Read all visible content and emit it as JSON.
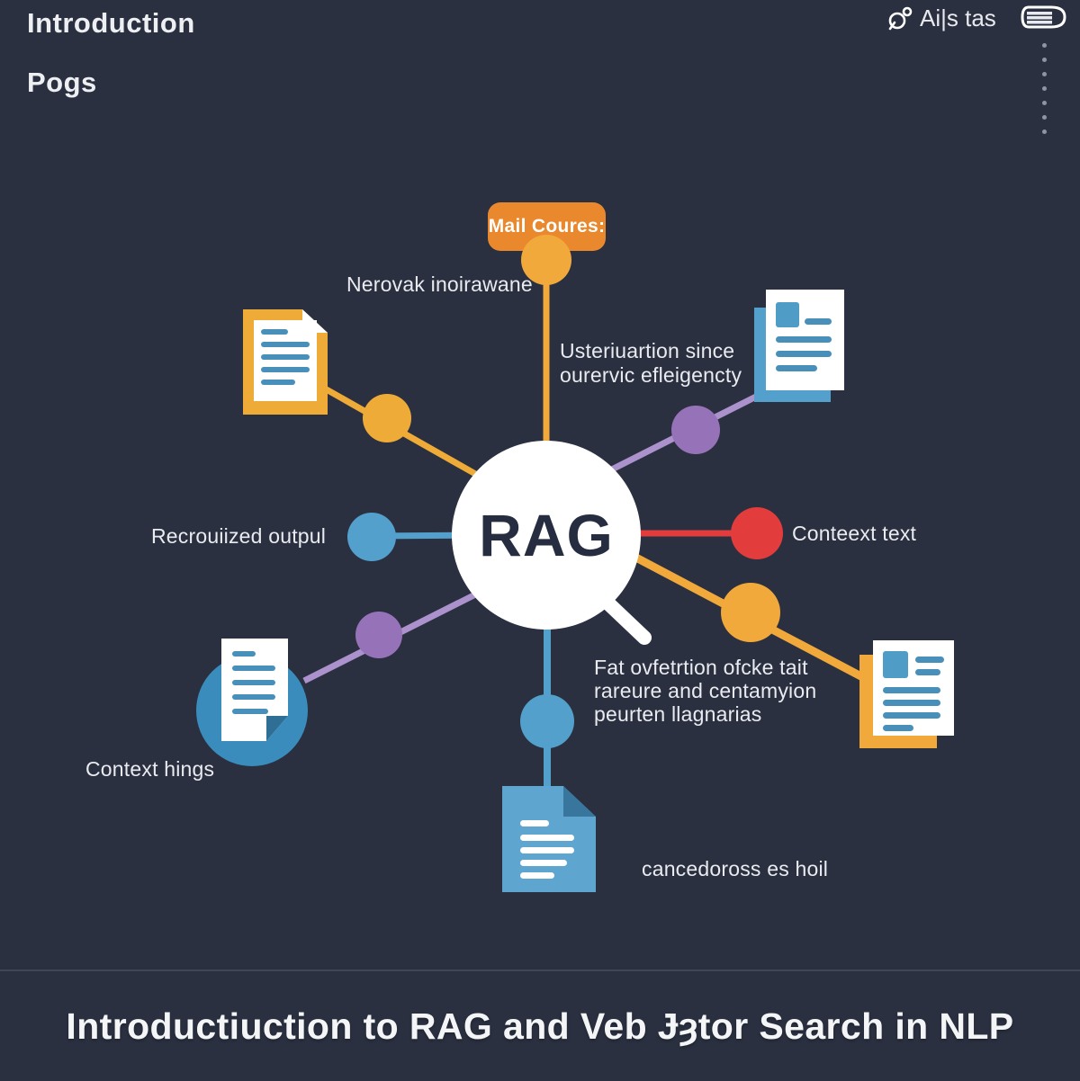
{
  "colors": {
    "background": "#2a3040",
    "text": "#edeff3",
    "title_text": "#f4f5f7",
    "rag_text": "#272d40",
    "orange_badge": "#e9882c",
    "orange": "#f2a93c",
    "yellow": "#efab38",
    "blue": "#54a0cc",
    "blue_dark": "#3a8cbc",
    "doc_line_blue": "#4890ba",
    "purple_line": "#ab92cc",
    "purple": "#9673b8",
    "red": "#e23c3c",
    "white": "#ffffff",
    "dot": "#9094a2",
    "divider": "#3f4658"
  },
  "header": {
    "title": "Introduction",
    "subtitle": "Pogs",
    "status_text": "Ai|s tas"
  },
  "diagram": {
    "badge": "Mail Coures:",
    "center": "RAG",
    "labels": {
      "top": "Nerovak inoirawane",
      "top_right": "Usteriuartion since\nourervic efleigencty",
      "left": "Recrouiized outpul",
      "right": "Conteext text",
      "bottom_right": "Fat ovfetrtion ofcke tait\nrareure and centamyion\npeurten llagnarias",
      "bottom_left": "Context hings",
      "bottom": "cancedoross es hoil"
    }
  },
  "footer": {
    "title": "Introductiuction to RAG and Veb Ɉȝtor Search in NLP"
  }
}
